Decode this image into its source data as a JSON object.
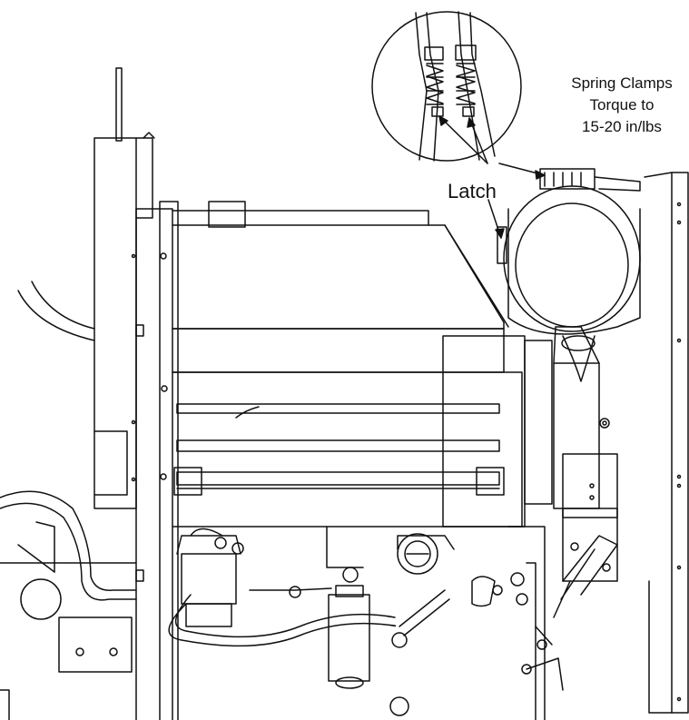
{
  "callouts": {
    "spring_clamps": {
      "line1": "Spring Clamps",
      "line2": "Torque to",
      "line3": "15-20 in/lbs"
    },
    "latch": "Latch"
  },
  "colors": {
    "line": "#111111",
    "background": "#ffffff"
  }
}
